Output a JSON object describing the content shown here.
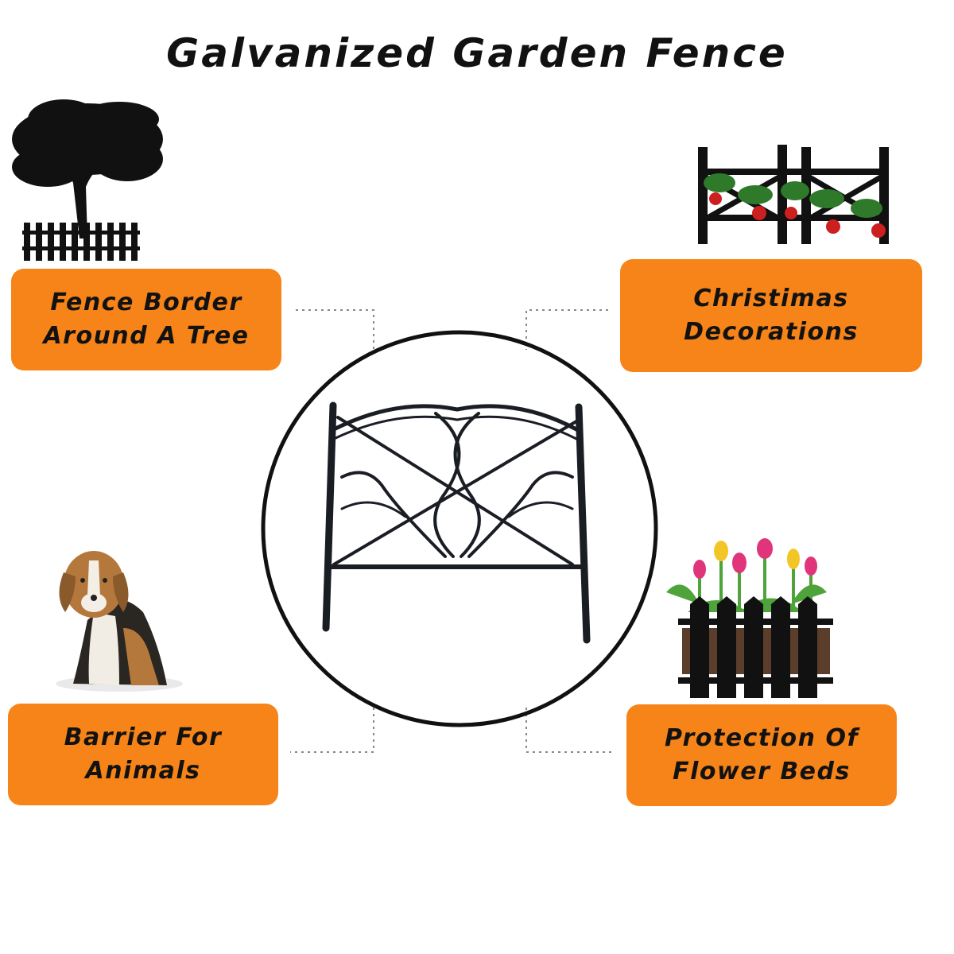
{
  "title": "Galvanized Garden Fence",
  "uses": [
    {
      "line1": "Fence Border",
      "line2": "Around A Tree"
    },
    {
      "line1": "Christimas",
      "line2": "Decorations"
    },
    {
      "line1": "Barrier For",
      "line2": "Animals"
    },
    {
      "line1": "Protection Of",
      "line2": "Flower Beds"
    }
  ],
  "colors": {
    "card": "#f68418",
    "ink": "#111111",
    "connector": "#888888"
  },
  "icons": [
    "tree-with-fence-icon",
    "christmas-fence-icon",
    "beagle-dog-icon",
    "flower-bed-fence-icon",
    "fence-panel-icon"
  ]
}
